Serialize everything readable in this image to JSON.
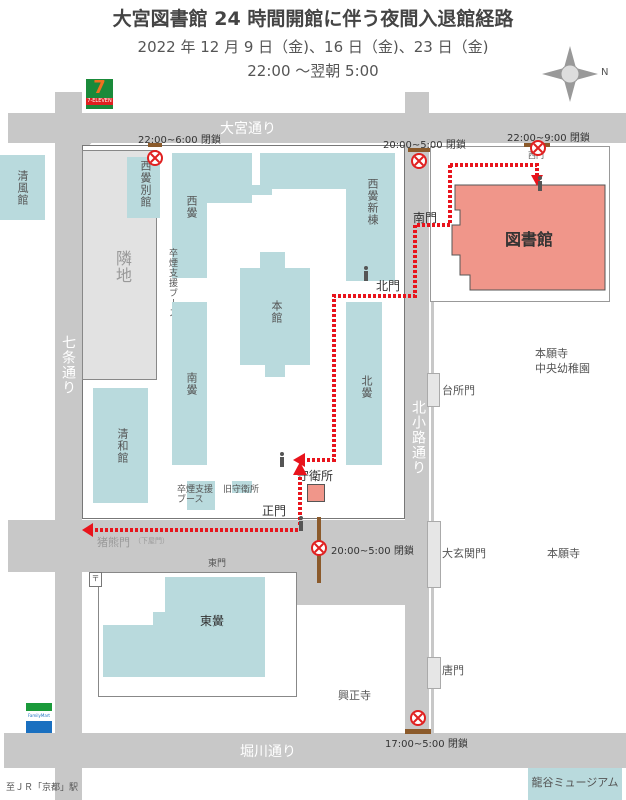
{
  "title": "大宮図書館 24 時間開館に伴う夜間入退館経路",
  "dates": "2022 年 12 月 9 日（金)、16 日（金)、23 日（金)",
  "hours": "22:00 ～翌朝 5:00",
  "compass_label": "N",
  "roads": {
    "omiya": "大宮通り",
    "shichijo": "七条通り",
    "kitakoji": "北小路通り",
    "horikawa": "堀川通り"
  },
  "closures": {
    "west_annex": "22:00~6:00 閉鎖",
    "south_gate": "20:00~5:00 閉鎖",
    "west_gate": "22:00~9:00 閉鎖",
    "main_road": "20:00~5:00 閉鎖",
    "horikawa": "17:00~5:00 閉鎖"
  },
  "buildings": {
    "seifu": "清風館",
    "nishi_annex": "西黌別館",
    "nishi": "西黌",
    "nishi_new": "西黌新棟",
    "honkan": "本館",
    "minami": "南黌",
    "kita": "北黌",
    "seiwa": "清和館",
    "smoking1": "卒煙支援ブース",
    "smoking2": "卒煙支援ブース",
    "old_guard": "旧守衛所",
    "guard": "守衛所",
    "library": "図書館",
    "higashi": "東黌",
    "neighbor": "隣地"
  },
  "gates": {
    "west": "西門",
    "south": "南門",
    "north": "北門",
    "main": "正門",
    "inokuma": "猪熊門",
    "inokuma_sub": "（下屋門）",
    "east": "東門",
    "daidokoro": "台所門",
    "daigen": "大玄関門",
    "kara": "唐門"
  },
  "places": {
    "honganji_school": "本願寺\n中央幼稚園",
    "honganji": "本願寺",
    "koshoji": "興正寺",
    "museum": "龍谷ミュージアム",
    "station": "至ＪＲ「京都」駅",
    "seven_eleven": "7-ELEVEN",
    "familymart": "FamilyMart",
    "post": "〒"
  },
  "colors": {
    "route": "#e8141c",
    "building": "#b9dadd",
    "library": "#f0968a",
    "road": "#c8c8c8",
    "gate": "#8b5a2b"
  }
}
